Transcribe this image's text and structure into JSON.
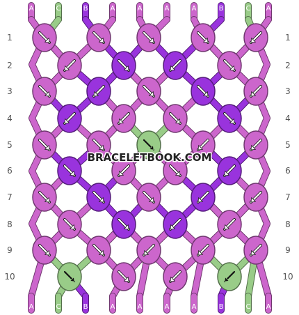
{
  "colors": {
    "A": "#cc66cc",
    "B": "#9933dd",
    "C": "#99cc88"
  },
  "top_letters": [
    "A",
    "C",
    "B",
    "A",
    "A",
    "A",
    "A",
    "B",
    "C",
    "A"
  ],
  "bottom_letters": [
    "A",
    "C",
    "B",
    "A",
    "A",
    "A",
    "A",
    "B",
    "C",
    "A"
  ],
  "row_labels": [
    "1",
    "2",
    "3",
    "4",
    "5",
    "6",
    "7",
    "8",
    "9",
    "10"
  ],
  "watermark": "BRACELETBOOK.COM",
  "knots": [
    [
      {
        "c": "A",
        "d": "dr"
      },
      {
        "c": "A",
        "d": "dr"
      },
      {
        "c": "A",
        "d": "dr"
      },
      {
        "c": "A",
        "d": "dr"
      },
      {
        "c": "A",
        "d": "dl"
      }
    ],
    [
      {
        "c": "A",
        "d": "dl"
      },
      {
        "c": "B",
        "d": "dr"
      },
      {
        "c": "B",
        "d": "dl"
      },
      {
        "c": "A",
        "d": "dr"
      }
    ],
    [
      {
        "c": "A",
        "d": "dr"
      },
      {
        "c": "B",
        "d": "dl"
      },
      {
        "c": "A",
        "d": "dr"
      },
      {
        "c": "B",
        "d": "dr"
      },
      {
        "c": "A",
        "d": "dl"
      }
    ],
    [
      {
        "c": "B",
        "d": "dl"
      },
      {
        "c": "A",
        "d": "dl"
      },
      {
        "c": "A",
        "d": "dr"
      },
      {
        "c": "B",
        "d": "dr"
      }
    ],
    [
      {
        "c": "A",
        "d": "dr"
      },
      {
        "c": "A",
        "d": "dr"
      },
      {
        "c": "C",
        "d": "rr"
      },
      {
        "c": "A",
        "d": "dl"
      },
      {
        "c": "A",
        "d": "dl"
      }
    ],
    [
      {
        "c": "B",
        "d": "dr"
      },
      {
        "c": "A",
        "d": "dl"
      },
      {
        "c": "A",
        "d": "dr"
      },
      {
        "c": "B",
        "d": "dl"
      }
    ],
    [
      {
        "c": "A",
        "d": "dr"
      },
      {
        "c": "B",
        "d": "dr"
      },
      {
        "c": "A",
        "d": "dr"
      },
      {
        "c": "B",
        "d": "dl"
      },
      {
        "c": "A",
        "d": "dl"
      }
    ],
    [
      {
        "c": "A",
        "d": "dr"
      },
      {
        "c": "B",
        "d": "dr"
      },
      {
        "c": "B",
        "d": "dl"
      },
      {
        "c": "A",
        "d": "dl"
      }
    ],
    [
      {
        "c": "A",
        "d": "dr"
      },
      {
        "c": "A",
        "d": "dr"
      },
      {
        "c": "A",
        "d": "dl"
      },
      {
        "c": "A",
        "d": "dl"
      },
      {
        "c": "A",
        "d": "dl"
      }
    ],
    [
      {
        "c": "C",
        "d": "rr"
      },
      {
        "c": "A",
        "d": "dr"
      },
      {
        "c": "A",
        "d": "dl"
      },
      {
        "c": "C",
        "d": "ll"
      }
    ]
  ]
}
